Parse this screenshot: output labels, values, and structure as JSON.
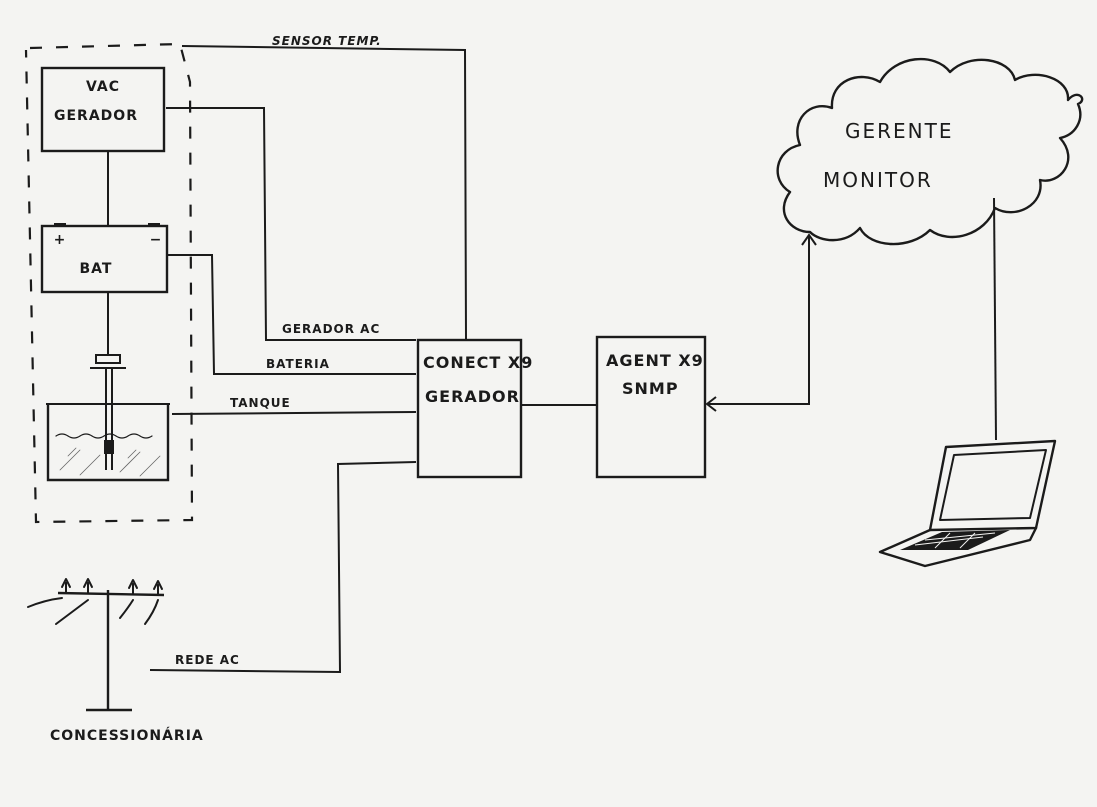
{
  "diagram": {
    "nodes": {
      "generator": {
        "line1": "VAC",
        "line2": "GERADOR"
      },
      "battery": {
        "label": "BAT",
        "plus": "+",
        "minus": "−"
      },
      "tank": {
        "label": ""
      },
      "connect": {
        "line1": "CONECT X9",
        "line2": "GERADOR"
      },
      "agent": {
        "line1": "AGENT X9",
        "line2": "SNMP"
      },
      "manager": {
        "line1": "GERENTE",
        "line2": "MONITOR"
      },
      "utility": {
        "label": "CONCESSIONÁRIA"
      }
    },
    "wires": {
      "sensor_temp": "SENSOR TEMP.",
      "gerador_ac": "GERADOR AC",
      "bateria": "BATERIA",
      "tanque": "TANQUE",
      "rede_ac": "REDE AC"
    },
    "colors": {
      "ink": "#1b1b1b",
      "board": "#f4f4f2"
    }
  }
}
